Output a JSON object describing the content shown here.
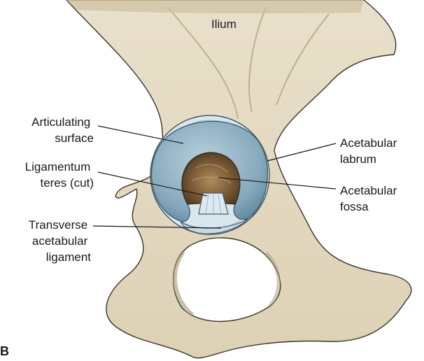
{
  "labels": {
    "ilium": "Ilium",
    "articulating_surface": [
      "Articulating",
      "surface"
    ],
    "ligamentum_teres": [
      "Ligamentum",
      "teres (cut)"
    ],
    "transverse_ligament": [
      "Transverse",
      "acetabular",
      "ligament"
    ],
    "acetabular_labrum": [
      "Acetabular",
      "labrum"
    ],
    "acetabular_fossa": [
      "Acetabular",
      "fossa"
    ],
    "figure_letter": "B"
  },
  "colors": {
    "bone": "#e6dcc6",
    "bone_shadow": "#cdbf9f",
    "articular_cartilage": "#8fb3c6",
    "labrum": "#d8e6ee",
    "fossa": "#7a5a36",
    "ligament": "#dbe9f2"
  }
}
